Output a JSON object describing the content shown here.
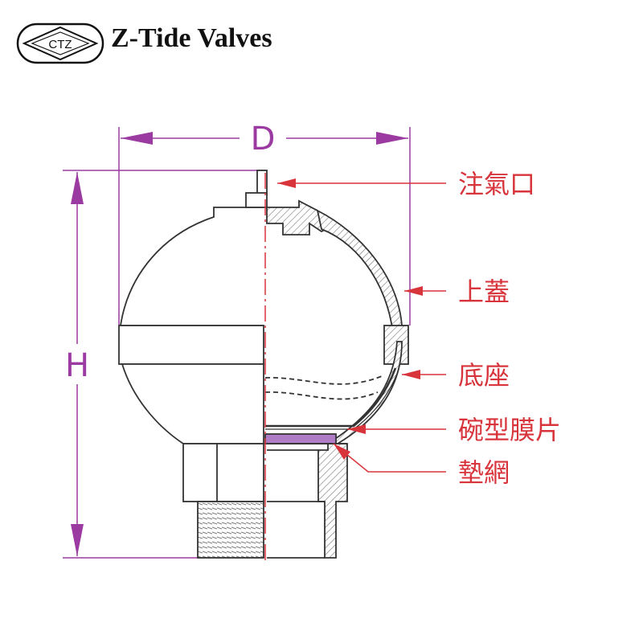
{
  "brand": {
    "name": "Z-Tide Valves",
    "logo_letters": "CTZ"
  },
  "dimensions": {
    "width_label": "D",
    "height_label": "H"
  },
  "callouts": [
    {
      "id": "air-inlet",
      "label": "注氣口"
    },
    {
      "id": "upper-cover",
      "label": "上蓋"
    },
    {
      "id": "base-seat",
      "label": "底座"
    },
    {
      "id": "bowl-diaphragm",
      "label": "碗型膜片"
    },
    {
      "id": "gasket-mesh",
      "label": "墊網"
    }
  ],
  "colors": {
    "dimension": "#9b3aa0",
    "callout": "#d8343c",
    "centerline": "#d8343c",
    "outline": "#333333",
    "hatch": "#666666",
    "gasket": "#b07cc6"
  }
}
